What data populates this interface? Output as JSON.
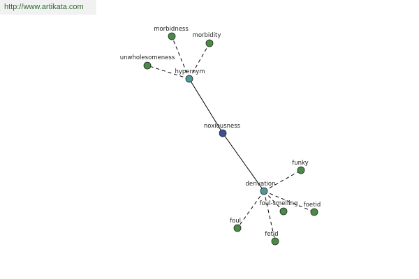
{
  "banner": {
    "text": "http://www.artikata.com"
  },
  "colors": {
    "center": "#3b4f9a",
    "relation": "#4f9898",
    "word": "#4c8a47"
  },
  "graph": {
    "nodes": [
      {
        "id": "noxiousness",
        "label": "noxiousness",
        "kind": "center"
      },
      {
        "id": "hypernym",
        "label": "hypernym",
        "kind": "relation"
      },
      {
        "id": "derivation",
        "label": "derivation",
        "kind": "relation"
      },
      {
        "id": "morbidness",
        "label": "morbidness",
        "kind": "word"
      },
      {
        "id": "morbidity",
        "label": "morbidity",
        "kind": "word"
      },
      {
        "id": "unwholesomeness",
        "label": "unwholesomeness",
        "kind": "word"
      },
      {
        "id": "funky",
        "label": "funky",
        "kind": "word"
      },
      {
        "id": "foul-smelling",
        "label": "foul-smelling",
        "kind": "word"
      },
      {
        "id": "foetid",
        "label": "foetid",
        "kind": "word"
      },
      {
        "id": "foul",
        "label": "foul",
        "kind": "word"
      },
      {
        "id": "fetid",
        "label": "fetid",
        "kind": "word"
      }
    ],
    "edges": [
      {
        "from": "noxiousness",
        "to": "hypernym",
        "style": "solid"
      },
      {
        "from": "noxiousness",
        "to": "derivation",
        "style": "solid"
      },
      {
        "from": "hypernym",
        "to": "morbidness",
        "style": "dashed"
      },
      {
        "from": "hypernym",
        "to": "morbidity",
        "style": "dashed"
      },
      {
        "from": "hypernym",
        "to": "unwholesomeness",
        "style": "dashed"
      },
      {
        "from": "derivation",
        "to": "funky",
        "style": "dashed"
      },
      {
        "from": "derivation",
        "to": "foul-smelling",
        "style": "dashed"
      },
      {
        "from": "derivation",
        "to": "foetid",
        "style": "dashed"
      },
      {
        "from": "derivation",
        "to": "foul",
        "style": "dashed"
      },
      {
        "from": "derivation",
        "to": "fetid",
        "style": "dashed"
      }
    ]
  }
}
